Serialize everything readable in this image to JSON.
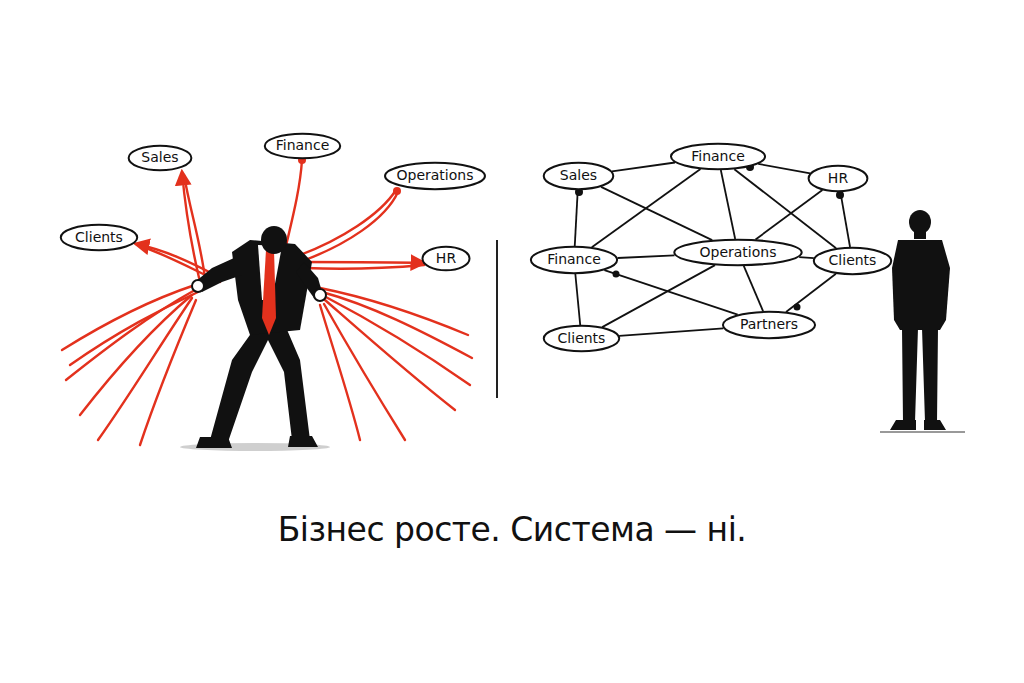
{
  "diagram": {
    "caption": "Бізнес росте. Система — ні.",
    "nodes": [
      {
        "text": [
          "Sales"
        ]
      },
      {
        "text": [
          "Finance"
        ]
      },
      {
        "text": [
          "Operations"
        ]
      },
      {
        "text": [
          "Clients"
        ]
      },
      {
        "text": [
          "HR"
        ]
      },
      {
        "text": [
          "Finance"
        ]
      },
      {
        "text": [
          "Sales"
        ]
      },
      {
        "text": [
          "HR"
        ]
      },
      {
        "text": [
          "Finance"
        ]
      },
      {
        "text": [
          "Operations"
        ]
      },
      {
        "text": [
          "Clients"
        ]
      },
      {
        "text": [
          "Partners"
        ]
      },
      {
        "text": [
          "Clients"
        ]
      }
    ],
    "edges": [
      {
        "from": 6,
        "to": 5,
        "arrow": "none"
      },
      {
        "from": 5,
        "to": 7,
        "arrow": "none"
      },
      {
        "from": 6,
        "to": 8,
        "arrow": "none"
      },
      {
        "from": 6,
        "to": 9,
        "arrow": "none"
      },
      {
        "from": 5,
        "to": 8,
        "arrow": "none"
      },
      {
        "from": 5,
        "to": 9,
        "arrow": "none"
      },
      {
        "from": 5,
        "to": 10,
        "arrow": "none"
      },
      {
        "from": 7,
        "to": 9,
        "arrow": "none"
      },
      {
        "from": 7,
        "to": 10,
        "arrow": "none"
      },
      {
        "from": 8,
        "to": 9,
        "arrow": "none"
      },
      {
        "from": 8,
        "to": 11,
        "arrow": "none"
      },
      {
        "from": 8,
        "to": 12,
        "arrow": "none"
      },
      {
        "from": 9,
        "to": 10,
        "arrow": "none"
      },
      {
        "from": 9,
        "to": 12,
        "arrow": "none"
      },
      {
        "from": 9,
        "to": 11,
        "arrow": "none"
      },
      {
        "from": 10,
        "to": 11,
        "arrow": "none"
      },
      {
        "from": 12,
        "to": 11,
        "arrow": "none"
      }
    ]
  }
}
